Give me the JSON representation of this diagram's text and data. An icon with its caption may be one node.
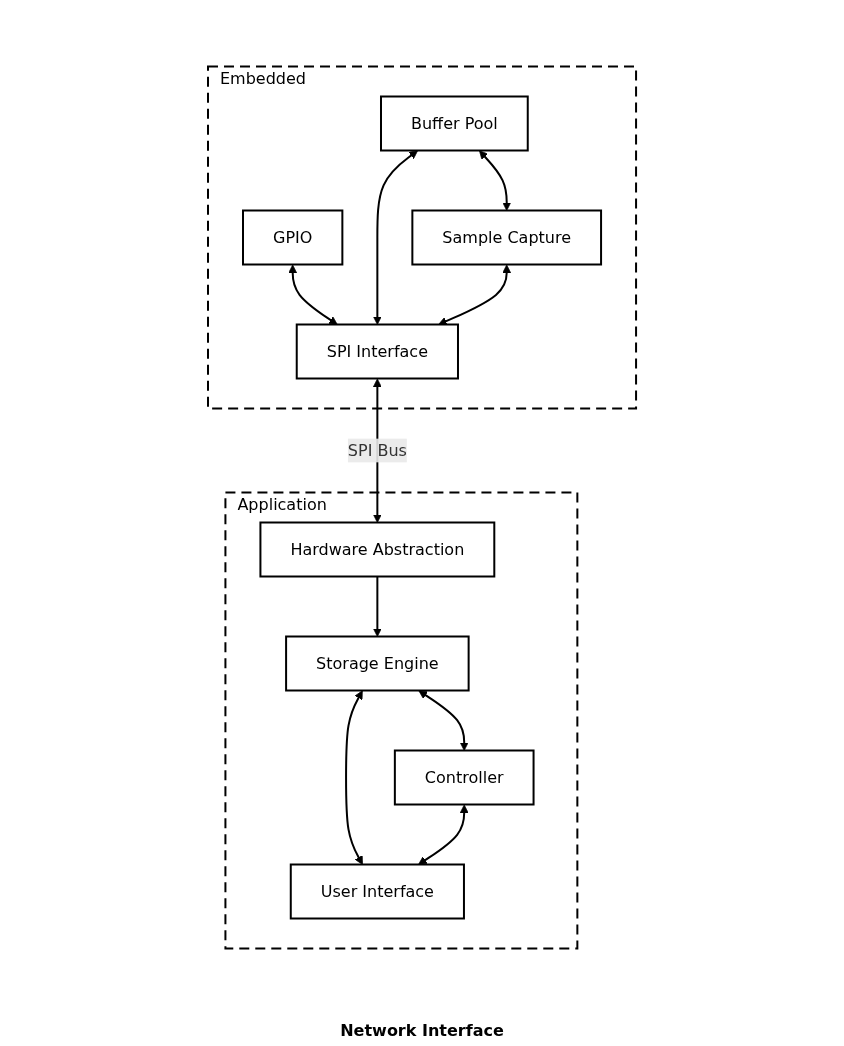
{
  "diagram": {
    "nodes": [
      {
        "text": [
          "Embedded"
        ]
      },
      {
        "text": [
          "GPIO"
        ],
        "in": 0
      },
      {
        "text": [
          "Buffer Pool"
        ],
        "in": 0
      },
      {
        "text": [
          "Sample Capture"
        ],
        "in": 0
      },
      {
        "text": [
          "SPI Interface"
        ],
        "in": 0
      },
      {
        "text": [
          "Application"
        ]
      },
      {
        "text": [
          "Hardware Abstraction"
        ],
        "in": 5
      },
      {
        "text": [
          "Storage Engine"
        ],
        "in": 5
      },
      {
        "text": [
          "Controller"
        ],
        "in": 5
      },
      {
        "text": [
          "User Interface"
        ],
        "in": 5
      }
    ],
    "edges": [
      {
        "from": 2,
        "to": 3,
        "arrow": "both"
      },
      {
        "from": 1,
        "to": 4,
        "arrow": "both"
      },
      {
        "from": 2,
        "to": 4,
        "arrow": "both"
      },
      {
        "from": 3,
        "to": 4,
        "arrow": "both"
      },
      {
        "from": 4,
        "to": 6,
        "arrow": "both",
        "label": "SPI Bus"
      },
      {
        "from": 6,
        "to": 7,
        "arrow": "to"
      },
      {
        "from": 7,
        "to": 8,
        "arrow": "both"
      },
      {
        "from": 7,
        "to": 9,
        "arrow": "both"
      },
      {
        "from": 8,
        "to": 9,
        "arrow": "both"
      }
    ],
    "labels": [
      "Network Interface"
    ]
  }
}
